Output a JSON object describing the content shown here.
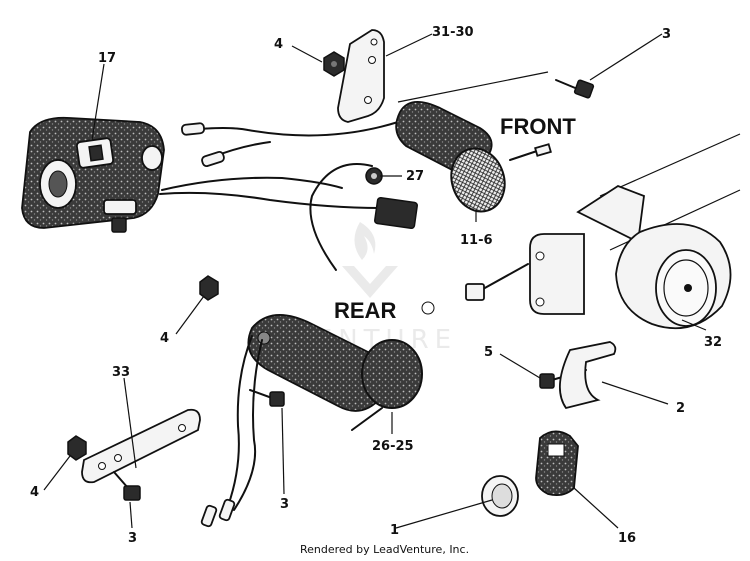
{
  "callouts": {
    "c17": "17",
    "c4_top": "4",
    "c31_30": "31-30",
    "c3_top": "3",
    "c27": "27",
    "c11_6": "11-6",
    "c32": "32",
    "c5": "5",
    "c2": "2",
    "c4_mid": "4",
    "c33": "33",
    "c4_bot": "4",
    "c3_bot": "3",
    "c3_mid": "3",
    "c26_25": "26-25",
    "c1": "1",
    "c16": "16"
  },
  "headings": {
    "front": "FRONT",
    "rear": "REAR"
  },
  "footer": "Rendered by LeadVenture, Inc.",
  "watermark": "VENTURE"
}
